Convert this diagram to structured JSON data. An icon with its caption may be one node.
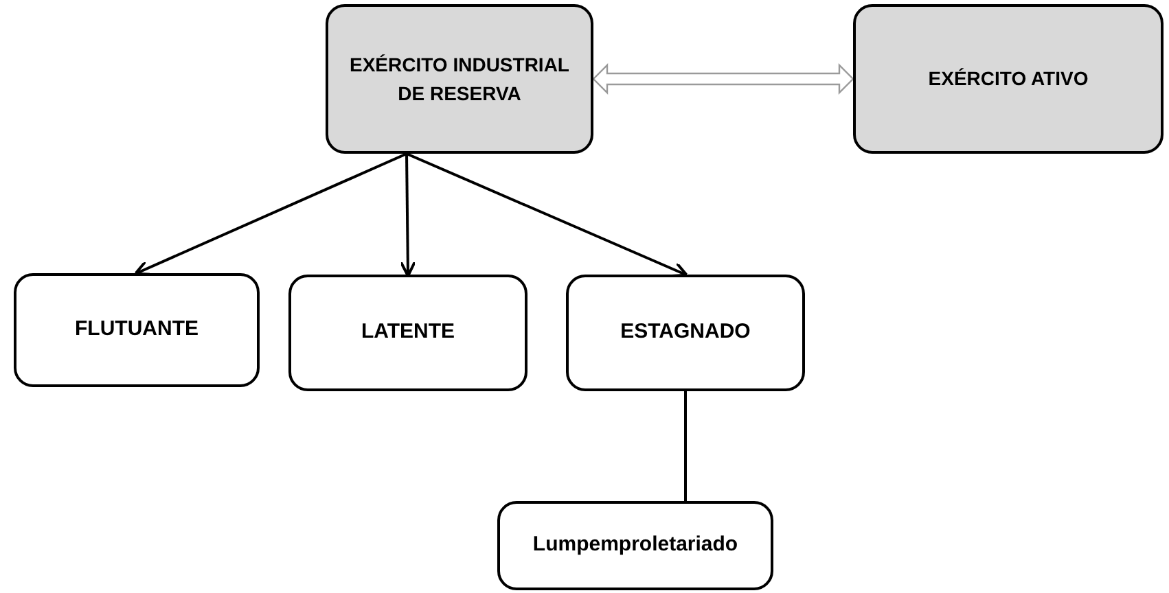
{
  "diagram": {
    "nodes": [
      {
        "text": [
          "EXÉRCITO INDUSTRIAL DE RESERVA"
        ]
      },
      {
        "text": [
          "EXÉRCITO ATIVO"
        ]
      },
      {
        "text": [
          "FLUTUANTE"
        ]
      },
      {
        "text": [
          "LATENTE"
        ]
      },
      {
        "text": [
          "ESTAGNADO"
        ]
      },
      {
        "text": [
          "Lumpemproletariado"
        ]
      }
    ],
    "edges": [
      {
        "from": 0,
        "to": 1,
        "arrow": "both"
      },
      {
        "from": 0,
        "to": 2,
        "arrow": "to"
      },
      {
        "from": 0,
        "to": 3,
        "arrow": "to"
      },
      {
        "from": 0,
        "to": 4,
        "arrow": "to"
      },
      {
        "from": 4,
        "to": 5,
        "arrow": "none"
      }
    ]
  }
}
